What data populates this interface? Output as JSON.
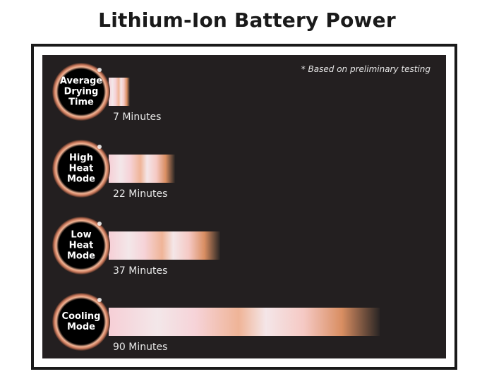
{
  "chart_data": {
    "type": "bar",
    "orientation": "horizontal",
    "title": "Lithium-Ion Battery Power",
    "note": "* Based on preliminary testing",
    "categories": [
      [
        "Average",
        "Drying",
        "Time"
      ],
      [
        "High",
        "Heat",
        "Mode"
      ],
      [
        "Low",
        "Heat",
        "Mode"
      ],
      [
        "Cooling",
        "Mode"
      ]
    ],
    "values": [
      7,
      22,
      37,
      90
    ],
    "value_labels": [
      "7 Minutes",
      "22 Minutes",
      "37 Minutes",
      "90 Minutes"
    ],
    "unit": "Minutes",
    "xlim": [
      0,
      90
    ],
    "grid": false,
    "colors": {
      "background": "#231f20",
      "frame": "#1a1a1a",
      "bar_pink": "#f6cfd6",
      "bar_light": "#f3e7e9",
      "bar_peach": "#efb497",
      "bar_copper": "#d98e62",
      "ring": "#e9a58a",
      "label_text": "#ffffff"
    }
  }
}
